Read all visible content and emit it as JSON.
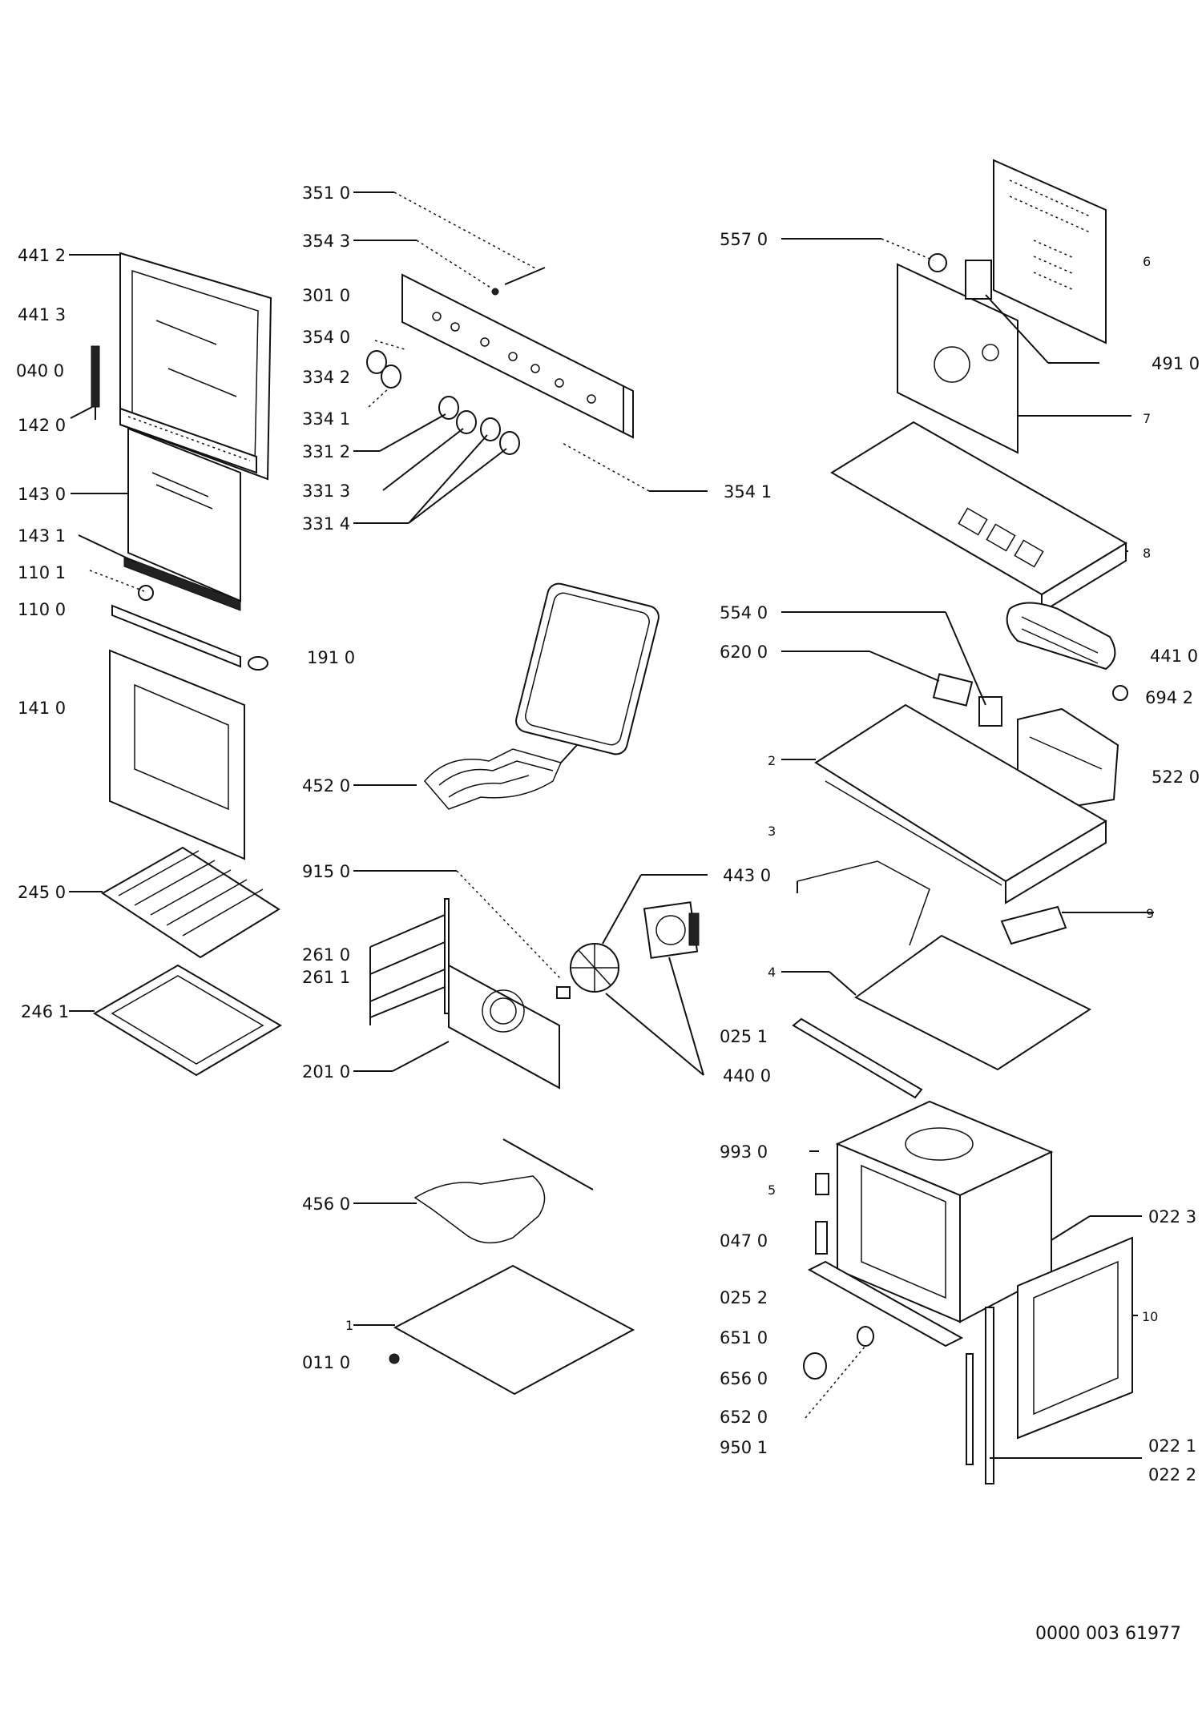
{
  "labels": {
    "p4412": "441 2",
    "p4413": "441 3",
    "p0400": "040 0",
    "p1420": "142 0",
    "p1430": "143 0",
    "p1431": "143 1",
    "p1101": "110 1",
    "p1100": "110 0",
    "p1410": "141 0",
    "p2450": "245 0",
    "p2461": "246 1",
    "p3510": "351 0",
    "p3543": "354 3",
    "p3010": "301 0",
    "p3540": "354 0",
    "p3342": "334 2",
    "p3341": "334 1",
    "p3312": "331 2",
    "p3313": "331 3",
    "p3314": "331 4",
    "p3541": "354 1",
    "p1910": "191 0",
    "p4520": "452 0",
    "p9150": "915 0",
    "p4430": "443 0",
    "p2610": "261 0",
    "p2611": "261 1",
    "p2010": "201 0",
    "p4400": "440 0",
    "p4560": "456 0",
    "p1": "1",
    "p0110": "011 0",
    "p5570": "557 0",
    "p6": "6",
    "p4910": "491 0",
    "p7": "7",
    "p8": "8",
    "p5540": "554 0",
    "p4410": "441 0",
    "p6200": "620 0",
    "p6942": "694 2",
    "p2": "2",
    "p5220": "522 0",
    "p3": "3",
    "p9": "9",
    "p4": "4",
    "p0251": "025 1",
    "p9930": "993 0",
    "p5": "5",
    "p0223": "022 3",
    "p0470": "047 0",
    "p0252": "025 2",
    "p10": "10",
    "p6510": "651 0",
    "p6560": "656 0",
    "p6520": "652 0",
    "p9501": "950 1",
    "p0221": "022 1",
    "p0222": "022 2"
  },
  "document_number": "0000 003 61977"
}
